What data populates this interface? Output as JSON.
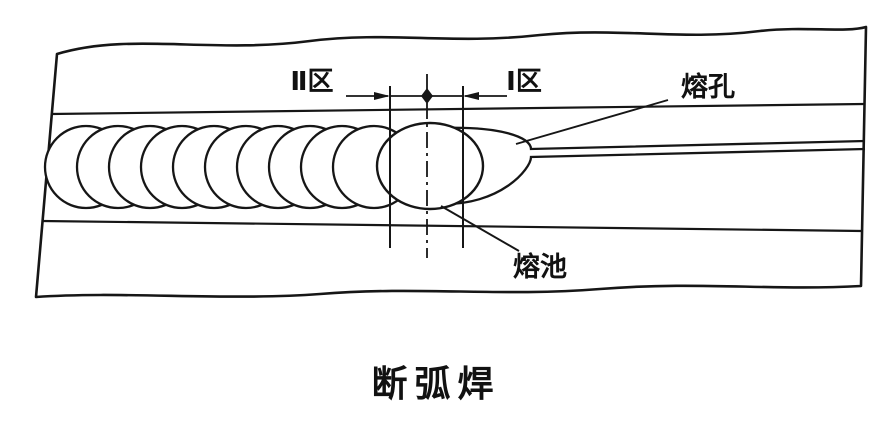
{
  "labels": {
    "zone2": "Ⅱ区",
    "zone1": "Ⅰ区",
    "melt_hole": "熔孔",
    "molten_pool": "熔池"
  },
  "caption": "断弧焊",
  "colors": {
    "line": "#161616",
    "background": "#ffffff"
  }
}
